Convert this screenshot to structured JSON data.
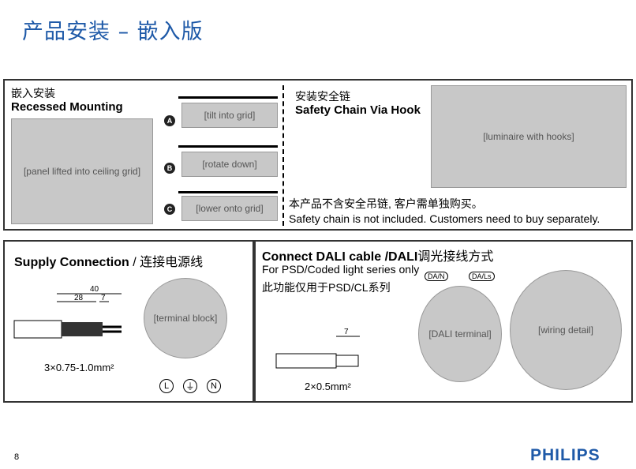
{
  "page": {
    "title": "产品安装 – 嵌入版",
    "page_number": "8",
    "logo": "PHILIPS"
  },
  "recessed": {
    "title_cn": "嵌入安装",
    "title_en": "Recessed Mounting",
    "steps": [
      "A",
      "B",
      "C"
    ]
  },
  "safety_chain": {
    "title_cn": "安装安全链",
    "title_en": "Safety Chain Via Hook",
    "note_cn": "本产品不含安全吊链, 客户需单独购买。",
    "note_en": "Safety chain is not included. Customers need to buy separately."
  },
  "supply": {
    "title_en": "Supply Connection",
    "title_cn": " / 连接电源线",
    "dim_total": "40",
    "dim_a": "28",
    "dim_b": "7",
    "cable_spec": "3×0.75-1.0mm²",
    "terminals": [
      "L",
      "⏚",
      "N"
    ]
  },
  "dali": {
    "title_en": "Connect DALI cable /DALI",
    "title_cn": "调光接线方式",
    "line1": "For PSD/Coded light series only",
    "line2": "此功能仅用于PSD/CL系列",
    "dim_strip": "7",
    "cable_spec": "2×0.5mm²",
    "tags": [
      "DA/N",
      "DA/Ls"
    ]
  }
}
